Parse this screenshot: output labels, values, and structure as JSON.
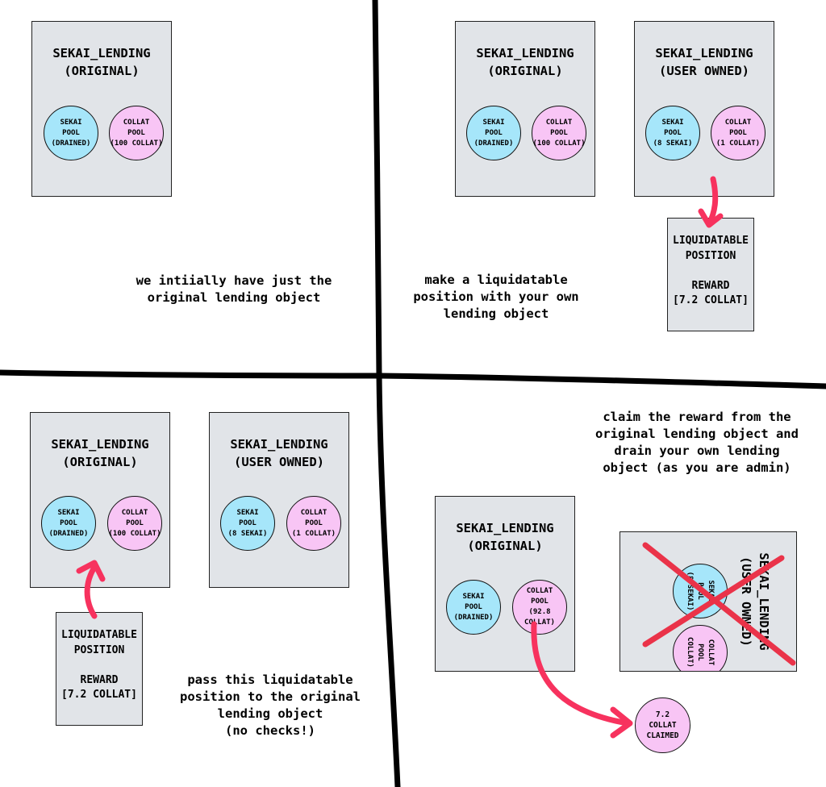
{
  "colors": {
    "box_fill": "#e1e4e8",
    "sekai_pool": "#a6e6fa",
    "collat_pool": "#f8c5f5",
    "arrow": "#f7325e",
    "cross": "#ea3349",
    "divider": "#000000"
  },
  "q1": {
    "box": {
      "title": "SEKAI_LENDING\n(ORIGINAL)",
      "sekai_pool": "SEKAI\nPOOL\n(DRAINED)",
      "collat_pool": "COLLAT\nPOOL\n(100 COLLAT)"
    },
    "note": "we intiially have just the\noriginal lending object"
  },
  "q2": {
    "box_original": {
      "title": "SEKAI_LENDING\n(ORIGINAL)",
      "sekai_pool": "SEKAI\nPOOL\n(DRAINED)",
      "collat_pool": "COLLAT\nPOOL\n(100 COLLAT)"
    },
    "box_user": {
      "title": "SEKAI_LENDING\n(USER OWNED)",
      "sekai_pool": "SEKAI\nPOOL\n(8 SEKAI)",
      "collat_pool": "COLLAT\nPOOL\n(1 COLLAT)"
    },
    "position": "LIQUIDATABLE\nPOSITION\n\nREWARD\n[7.2 COLLAT]",
    "note": "make a liquidatable\nposition with your own\nlending object"
  },
  "q3": {
    "box_original": {
      "title": "SEKAI_LENDING\n(ORIGINAL)",
      "sekai_pool": "SEKAI\nPOOL\n(DRAINED)",
      "collat_pool": "COLLAT\nPOOL\n(100 COLLAT)"
    },
    "box_user": {
      "title": "SEKAI_LENDING\n(USER OWNED)",
      "sekai_pool": "SEKAI\nPOOL\n(8 SEKAI)",
      "collat_pool": "COLLAT\nPOOL\n(1 COLLAT)"
    },
    "position": "LIQUIDATABLE\nPOSITION\n\nREWARD\n[7.2 COLLAT]",
    "note": "pass this liquidatable\nposition to the original\nlending object\n(no checks!)"
  },
  "q4": {
    "note": "claim the reward from the\noriginal lending object and\ndrain your own lending\nobject (as you are admin)",
    "box_original": {
      "title": "SEKAI_LENDING\n(ORIGINAL)",
      "sekai_pool": "SEKAI\nPOOL\n(DRAINED)",
      "collat_pool": "COLLAT\nPOOL\n(92.8 COLLAT)"
    },
    "box_user": {
      "title": "SEKAI_LENDING\n(USER OWNED)",
      "sekai_pool": "SEKAI\nPOOL\n(8 SEKAI)",
      "collat_pool": "COLLAT\nPOOL\nCOLLAT)"
    },
    "claimed": "7.2\nCOLLAT\nCLAIMED"
  }
}
